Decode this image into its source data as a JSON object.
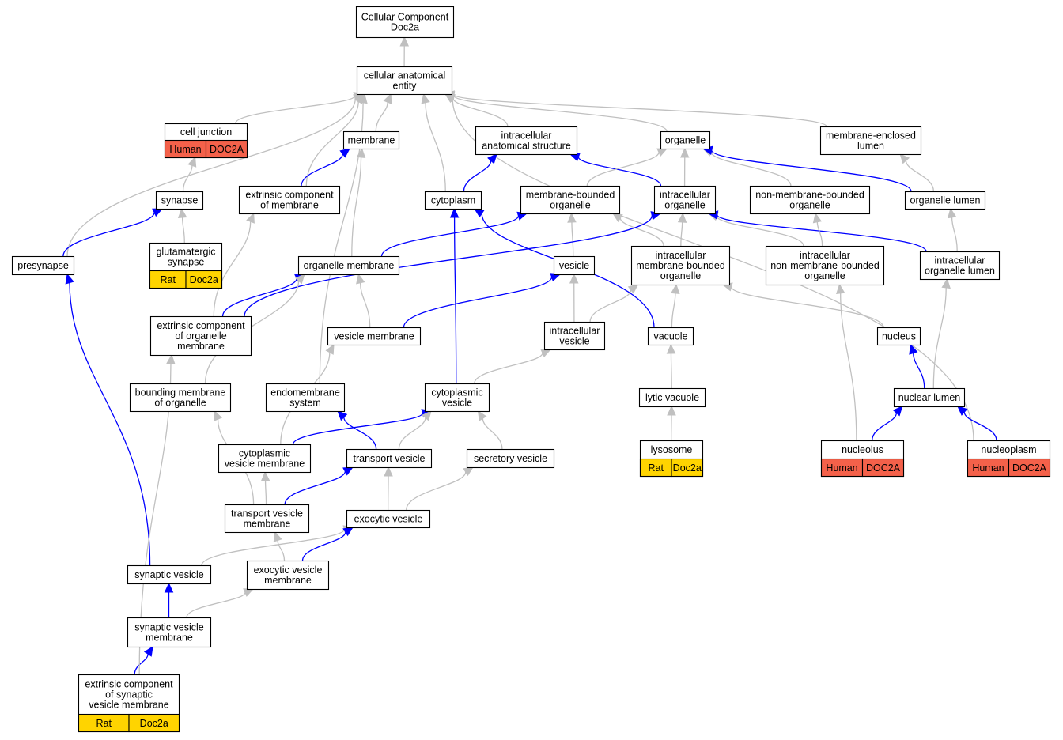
{
  "colors": {
    "edge_gray": "#c0c0c0",
    "edge_blue": "#0000ff",
    "node_border": "#000000",
    "node_fill": "#ffffff",
    "human": "#f4614a",
    "rat": "#ffd400"
  },
  "nodes": {
    "root": {
      "lines": [
        "Cellular Component",
        "Doc2a"
      ]
    },
    "cae": {
      "lines": [
        "cellular anatomical",
        "entity"
      ]
    },
    "cell_junction": {
      "lines": [
        "cell junction"
      ],
      "tags": [
        "Human",
        "DOC2A"
      ],
      "tag_type": "human"
    },
    "membrane": {
      "lines": [
        "membrane"
      ]
    },
    "ias": {
      "lines": [
        "intracellular",
        "anatomical structure"
      ]
    },
    "organelle": {
      "lines": [
        "organelle"
      ]
    },
    "mel": {
      "lines": [
        "membrane-enclosed",
        "lumen"
      ]
    },
    "synapse": {
      "lines": [
        "synapse"
      ]
    },
    "ecm": {
      "lines": [
        "extrinsic component",
        "of membrane"
      ]
    },
    "cytoplasm": {
      "lines": [
        "cytoplasm"
      ]
    },
    "mbo": {
      "lines": [
        "membrane-bounded",
        "organelle"
      ]
    },
    "io": {
      "lines": [
        "intracellular",
        "organelle"
      ]
    },
    "nmbo": {
      "lines": [
        "non-membrane-bounded",
        "organelle"
      ]
    },
    "olumen": {
      "lines": [
        "organelle lumen"
      ]
    },
    "presynapse": {
      "lines": [
        "presynapse"
      ]
    },
    "glut": {
      "lines": [
        "glutamatergic",
        "synapse"
      ],
      "tags": [
        "Rat",
        "Doc2a"
      ],
      "tag_type": "rat"
    },
    "om": {
      "lines": [
        "organelle membrane"
      ]
    },
    "vesicle": {
      "lines": [
        "vesicle"
      ]
    },
    "imbo": {
      "lines": [
        "intracellular",
        "membrane-bounded",
        "organelle"
      ]
    },
    "inmbo": {
      "lines": [
        "intracellular",
        "non-membrane-bounded",
        "organelle"
      ]
    },
    "iol": {
      "lines": [
        "intracellular",
        "organelle lumen"
      ]
    },
    "ecom": {
      "lines": [
        "extrinsic component",
        "of organelle",
        "membrane"
      ]
    },
    "vm": {
      "lines": [
        "vesicle membrane"
      ]
    },
    "iv": {
      "lines": [
        "intracellular",
        "vesicle"
      ]
    },
    "vacuole": {
      "lines": [
        "vacuole"
      ]
    },
    "nucleus": {
      "lines": [
        "nucleus"
      ]
    },
    "bmo": {
      "lines": [
        "bounding membrane",
        "of organelle"
      ]
    },
    "endo": {
      "lines": [
        "endomembrane",
        "system"
      ]
    },
    "cv": {
      "lines": [
        "cytoplasmic",
        "vesicle"
      ]
    },
    "lv": {
      "lines": [
        "lytic vacuole"
      ]
    },
    "nl": {
      "lines": [
        "nuclear lumen"
      ]
    },
    "cvm": {
      "lines": [
        "cytoplasmic",
        "vesicle membrane"
      ]
    },
    "tv": {
      "lines": [
        "transport vesicle"
      ]
    },
    "sv": {
      "lines": [
        "secretory vesicle"
      ]
    },
    "lysosome": {
      "lines": [
        "lysosome"
      ],
      "tags": [
        "Rat",
        "Doc2a"
      ],
      "tag_type": "rat"
    },
    "nucleolus": {
      "lines": [
        "nucleolus"
      ],
      "tags": [
        "Human",
        "DOC2A"
      ],
      "tag_type": "human"
    },
    "nucleoplasm": {
      "lines": [
        "nucleoplasm"
      ],
      "tags": [
        "Human",
        "DOC2A"
      ],
      "tag_type": "human"
    },
    "tvm": {
      "lines": [
        "transport vesicle",
        "membrane"
      ]
    },
    "ev": {
      "lines": [
        "exocytic vesicle"
      ]
    },
    "synv": {
      "lines": [
        "synaptic vesicle"
      ]
    },
    "evm": {
      "lines": [
        "exocytic vesicle",
        "membrane"
      ]
    },
    "svm": {
      "lines": [
        "synaptic vesicle",
        "membrane"
      ]
    },
    "ecsvm": {
      "lines": [
        "extrinsic component",
        "of synaptic",
        "vesicle membrane"
      ],
      "tags": [
        "Rat",
        "Doc2a"
      ],
      "tag_type": "rat"
    }
  },
  "edges": [
    {
      "from": "cae",
      "to": "root",
      "kind": "is_a"
    },
    {
      "from": "cell_junction",
      "to": "cae",
      "kind": "is_a"
    },
    {
      "from": "membrane",
      "to": "cae",
      "kind": "is_a"
    },
    {
      "from": "ias",
      "to": "cae",
      "kind": "is_a"
    },
    {
      "from": "organelle",
      "to": "cae",
      "kind": "is_a"
    },
    {
      "from": "mel",
      "to": "cae",
      "kind": "is_a"
    },
    {
      "from": "ecm",
      "to": "cae",
      "kind": "is_a"
    },
    {
      "from": "cytoplasm",
      "to": "cae",
      "kind": "is_a"
    },
    {
      "from": "presynapse",
      "to": "cae",
      "kind": "is_a"
    },
    {
      "from": "endo",
      "to": "cae",
      "kind": "is_a"
    },
    {
      "from": "nucleoplasm",
      "to": "cae",
      "kind": "is_a"
    },
    {
      "from": "synapse",
      "to": "cell_junction",
      "kind": "is_a"
    },
    {
      "from": "glut",
      "to": "synapse",
      "kind": "is_a"
    },
    {
      "from": "presynapse",
      "to": "synapse",
      "kind": "part_of"
    },
    {
      "from": "ecm",
      "to": "membrane",
      "kind": "part_of"
    },
    {
      "from": "om",
      "to": "membrane",
      "kind": "is_a"
    },
    {
      "from": "cytoplasm",
      "to": "ias",
      "kind": "part_of"
    },
    {
      "from": "io",
      "to": "ias",
      "kind": "part_of"
    },
    {
      "from": "mbo",
      "to": "organelle",
      "kind": "is_a"
    },
    {
      "from": "io",
      "to": "organelle",
      "kind": "is_a"
    },
    {
      "from": "nmbo",
      "to": "organelle",
      "kind": "is_a"
    },
    {
      "from": "olumen",
      "to": "organelle",
      "kind": "part_of"
    },
    {
      "from": "olumen",
      "to": "mel",
      "kind": "is_a"
    },
    {
      "from": "om",
      "to": "mbo",
      "kind": "part_of"
    },
    {
      "from": "vesicle",
      "to": "mbo",
      "kind": "is_a"
    },
    {
      "from": "imbo",
      "to": "mbo",
      "kind": "is_a"
    },
    {
      "from": "imbo",
      "to": "io",
      "kind": "is_a"
    },
    {
      "from": "inmbo",
      "to": "io",
      "kind": "is_a"
    },
    {
      "from": "iol",
      "to": "io",
      "kind": "part_of"
    },
    {
      "from": "ecom",
      "to": "io",
      "kind": "part_of"
    },
    {
      "from": "inmbo",
      "to": "nmbo",
      "kind": "is_a"
    },
    {
      "from": "iol",
      "to": "olumen",
      "kind": "is_a"
    },
    {
      "from": "ecom",
      "to": "ecm",
      "kind": "is_a"
    },
    {
      "from": "ecom",
      "to": "om",
      "kind": "part_of"
    },
    {
      "from": "vm",
      "to": "om",
      "kind": "is_a"
    },
    {
      "from": "bmo",
      "to": "om",
      "kind": "is_a"
    },
    {
      "from": "vm",
      "to": "vesicle",
      "kind": "part_of"
    },
    {
      "from": "iv",
      "to": "vesicle",
      "kind": "is_a"
    },
    {
      "from": "iv",
      "to": "imbo",
      "kind": "is_a"
    },
    {
      "from": "vacuole",
      "to": "imbo",
      "kind": "is_a"
    },
    {
      "from": "nucleus",
      "to": "imbo",
      "kind": "is_a"
    },
    {
      "from": "vacuole",
      "to": "cytoplasm",
      "kind": "part_of"
    },
    {
      "from": "cv",
      "to": "cytoplasm",
      "kind": "part_of"
    },
    {
      "from": "nucleolus",
      "to": "inmbo",
      "kind": "is_a"
    },
    {
      "from": "nl",
      "to": "iol",
      "kind": "is_a"
    },
    {
      "from": "nl",
      "to": "nucleus",
      "kind": "part_of"
    },
    {
      "from": "cv",
      "to": "iv",
      "kind": "is_a"
    },
    {
      "from": "lv",
      "to": "vacuole",
      "kind": "is_a"
    },
    {
      "from": "lysosome",
      "to": "lv",
      "kind": "is_a"
    },
    {
      "from": "nucleolus",
      "to": "nl",
      "kind": "part_of"
    },
    {
      "from": "nucleoplasm",
      "to": "nl",
      "kind": "part_of"
    },
    {
      "from": "cvm",
      "to": "cv",
      "kind": "part_of"
    },
    {
      "from": "cvm",
      "to": "vm",
      "kind": "is_a"
    },
    {
      "from": "tv",
      "to": "cv",
      "kind": "is_a"
    },
    {
      "from": "sv",
      "to": "cv",
      "kind": "is_a"
    },
    {
      "from": "tv",
      "to": "endo",
      "kind": "part_of"
    },
    {
      "from": "tvm",
      "to": "tv",
      "kind": "part_of"
    },
    {
      "from": "tvm",
      "to": "cvm",
      "kind": "is_a"
    },
    {
      "from": "tvm",
      "to": "bmo",
      "kind": "is_a"
    },
    {
      "from": "ev",
      "to": "tv",
      "kind": "is_a"
    },
    {
      "from": "ev",
      "to": "sv",
      "kind": "is_a"
    },
    {
      "from": "synv",
      "to": "ev",
      "kind": "is_a"
    },
    {
      "from": "synv",
      "to": "presynapse",
      "kind": "part_of"
    },
    {
      "from": "evm",
      "to": "ev",
      "kind": "part_of"
    },
    {
      "from": "evm",
      "to": "tvm",
      "kind": "is_a"
    },
    {
      "from": "svm",
      "to": "synv",
      "kind": "part_of"
    },
    {
      "from": "svm",
      "to": "evm",
      "kind": "is_a"
    },
    {
      "from": "ecsvm",
      "to": "svm",
      "kind": "part_of"
    },
    {
      "from": "ecsvm",
      "to": "ecom",
      "kind": "is_a"
    }
  ]
}
